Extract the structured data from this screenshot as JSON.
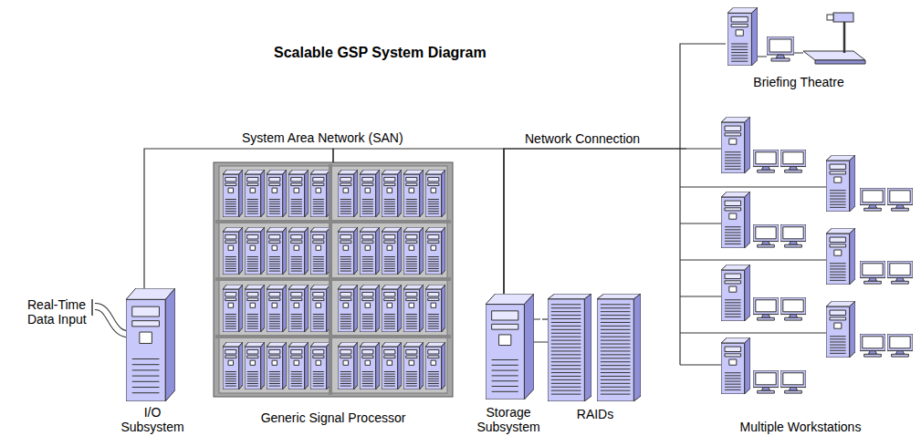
{
  "diagram": {
    "title": "Scalable GSP System Diagram",
    "nodes": [
      {
        "text": [
          "I/O Subsystem"
        ]
      },
      {
        "text": [
          "Generic Signal Processor"
        ]
      },
      {
        "text": [
          "Storage Subsystem"
        ]
      },
      {
        "text": [
          "RAIDs"
        ]
      },
      {
        "text": [
          "Briefing Theatre"
        ]
      },
      {
        "text": [
          "Multiple Workstations"
        ]
      }
    ],
    "edges": [
      {
        "from": 0,
        "to": 1,
        "arrow": "none"
      },
      {
        "from": 1,
        "to": 2,
        "arrow": "none"
      },
      {
        "from": 2,
        "to": 3,
        "arrow": "none"
      },
      {
        "from": 2,
        "to": 4,
        "arrow": "none"
      },
      {
        "from": 2,
        "to": 5,
        "arrow": "none"
      }
    ],
    "labels": [
      "System Area Network (SAN)",
      "Network Connection",
      "Real-Time Data Input"
    ]
  }
}
